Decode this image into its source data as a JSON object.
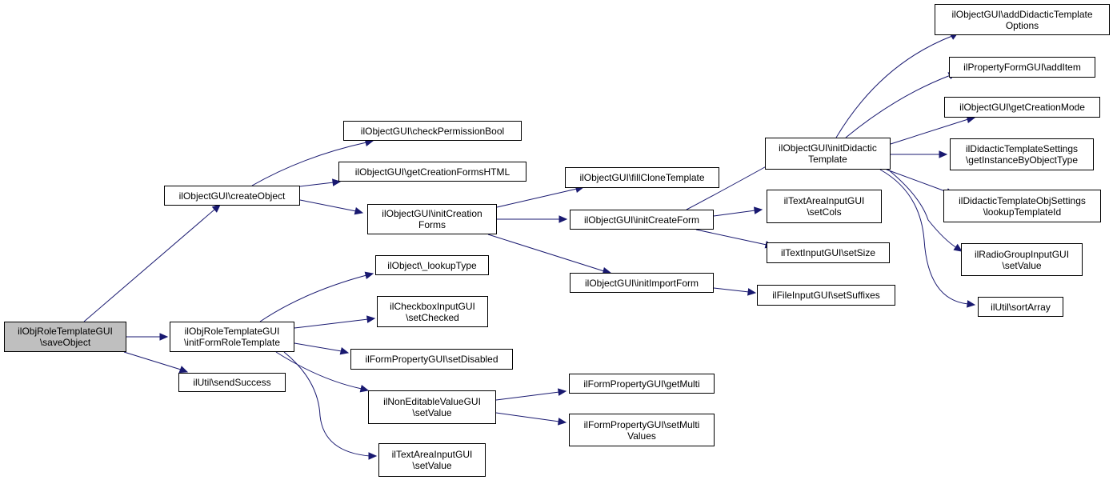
{
  "graph": {
    "edge_color": "#191970",
    "root_fill": "#bfbfbf",
    "nodes": {
      "saveObject": [
        "ilObjRoleTemplateGUI",
        "\\saveObject"
      ],
      "createObject": [
        "ilObjectGUI\\createObject"
      ],
      "initFormRoleTemplate": [
        "ilObjRoleTemplateGUI",
        "\\initFormRoleTemplate"
      ],
      "sendSuccess": [
        "ilUtil\\sendSuccess"
      ],
      "checkPermissionBool": [
        "ilObjectGUI\\checkPermissionBool"
      ],
      "getCreationFormsHTML": [
        "ilObjectGUI\\getCreationFormsHTML"
      ],
      "initCreationForms": [
        "ilObjectGUI\\initCreation",
        "Forms"
      ],
      "lookupType": [
        "ilObject\\_lookupType"
      ],
      "setChecked": [
        "ilCheckboxInputGUI",
        "\\setChecked"
      ],
      "setDisabled": [
        "ilFormPropertyGUI\\setDisabled"
      ],
      "nevSetValue": [
        "ilNonEditableValueGUI",
        "\\setValue"
      ],
      "taSetValue": [
        "ilTextAreaInputGUI",
        "\\setValue"
      ],
      "fillCloneTemplate": [
        "ilObjectGUI\\fillCloneTemplate"
      ],
      "initCreateForm": [
        "ilObjectGUI\\initCreateForm"
      ],
      "initImportForm": [
        "ilObjectGUI\\initImportForm"
      ],
      "getMulti": [
        "ilFormPropertyGUI\\getMulti"
      ],
      "setMultiValues": [
        "ilFormPropertyGUI\\setMulti",
        "Values"
      ],
      "initDidacticTemplate": [
        "ilObjectGUI\\initDidactic",
        "Template"
      ],
      "setCols": [
        "ilTextAreaInputGUI",
        "\\setCols"
      ],
      "setSize": [
        "ilTextInputGUI\\setSize"
      ],
      "setSuffixes": [
        "ilFileInputGUI\\setSuffixes"
      ],
      "addDidacticTemplateOptions": [
        "ilObjectGUI\\addDidacticTemplate",
        "Options"
      ],
      "addItem": [
        "ilPropertyFormGUI\\addItem"
      ],
      "getCreationMode": [
        "ilObjectGUI\\getCreationMode"
      ],
      "getInstanceByObjectType": [
        "ilDidacticTemplateSettings",
        "\\getInstanceByObjectType"
      ],
      "lookupTemplateId": [
        "ilDidacticTemplateObjSettings",
        "\\lookupTemplateId"
      ],
      "rgSetValue": [
        "ilRadioGroupInputGUI",
        "\\setValue"
      ],
      "sortArray": [
        "ilUtil\\sortArray"
      ]
    }
  }
}
